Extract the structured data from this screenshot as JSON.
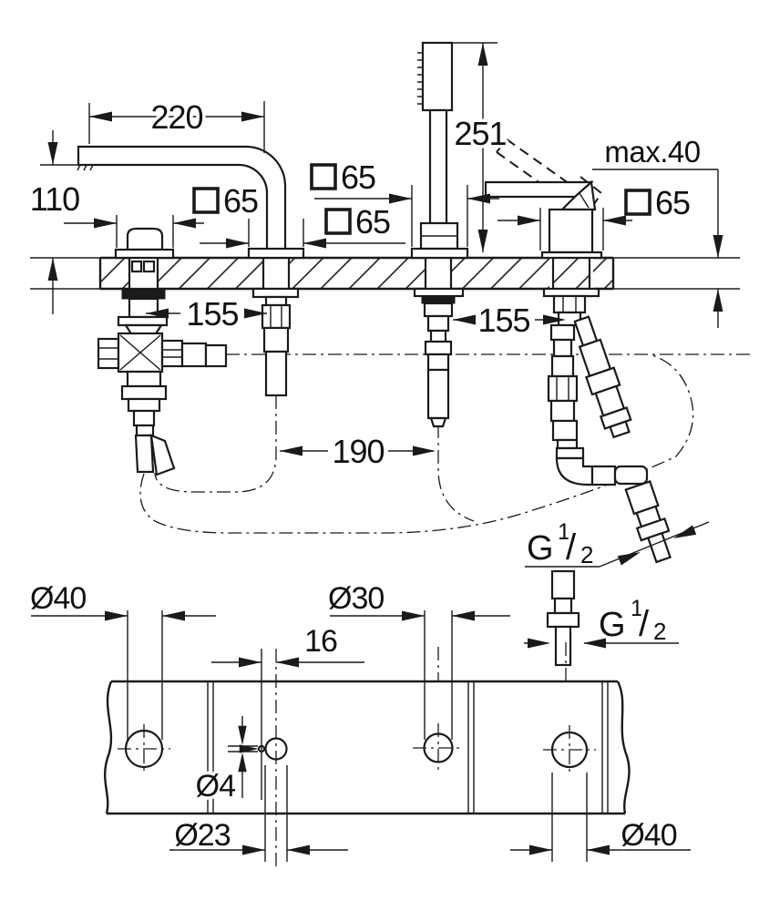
{
  "side_view": {
    "dim_spout_reach": "220",
    "dim_spout_height": "110",
    "dim_handshower_height": "251",
    "dim_deck_thickness_max": "max.40",
    "escutcheon_knob": "65",
    "escutcheon_spout": "65",
    "escutcheon_shower": "65",
    "escutcheon_handle": "65",
    "dim_spacing_knob_spout": "155",
    "dim_spacing_shower_handle": "155",
    "dim_spacing_spout_shower": "190",
    "thread_diagonal": {
      "g": "G",
      "sup": "1",
      "slash": "/",
      "sub": "2"
    },
    "thread_vertical": {
      "g": "G",
      "sup": "1",
      "slash": "/",
      "sub": "2"
    }
  },
  "plan_view": {
    "dim_hole_knob": "Ø40",
    "dim_hole_shower": "Ø30",
    "dim_pin_offset": "16",
    "dim_pin_hole": "Ø4",
    "dim_hole_spout": "Ø23",
    "dim_hole_handle": "Ø40"
  },
  "colors": {
    "line": "#1a1a1a",
    "background": "#ffffff"
  }
}
